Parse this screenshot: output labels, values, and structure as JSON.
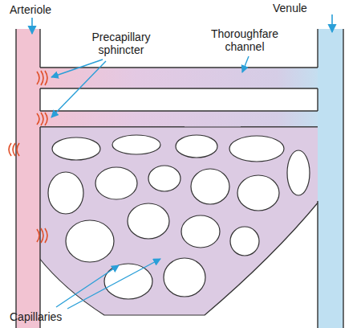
{
  "diagram": {
    "labels": [
      "Arteriole",
      "Venule",
      "Precapillary sphincter",
      "Thoroughfare channel",
      "Capillaries"
    ]
  }
}
